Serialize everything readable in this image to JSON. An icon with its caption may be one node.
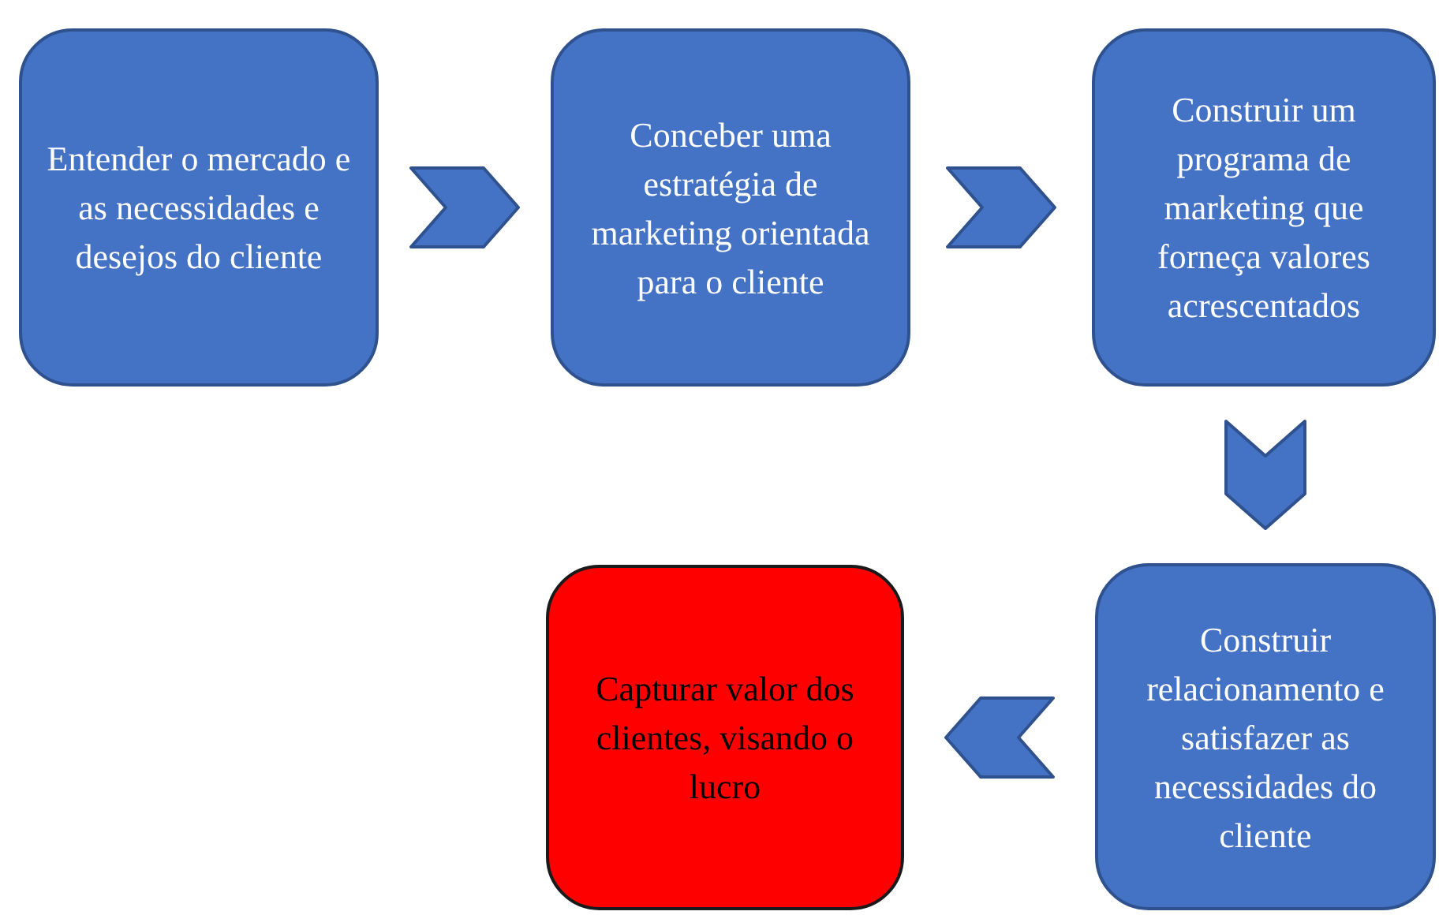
{
  "diagram": {
    "nodes": [
      {
        "text": [
          "Entender o mercado e as necessidades e desejos do cliente"
        ]
      },
      {
        "text": [
          "Conceber uma estratégia de marketing orientada para o cliente"
        ]
      },
      {
        "text": [
          "Construir um programa de marketing que forneça valores acrescentados"
        ]
      },
      {
        "text": [
          "Construir relacionamento e satisfazer as necessidades do cliente"
        ]
      },
      {
        "text": [
          "Capturar valor dos clientes, visando o lucro"
        ]
      }
    ],
    "edges": [
      {
        "from": 0,
        "to": 1,
        "arrow": "to"
      },
      {
        "from": 1,
        "to": 2,
        "arrow": "to"
      },
      {
        "from": 2,
        "to": 3,
        "arrow": "to"
      },
      {
        "from": 3,
        "to": 4,
        "arrow": "to"
      }
    ]
  }
}
